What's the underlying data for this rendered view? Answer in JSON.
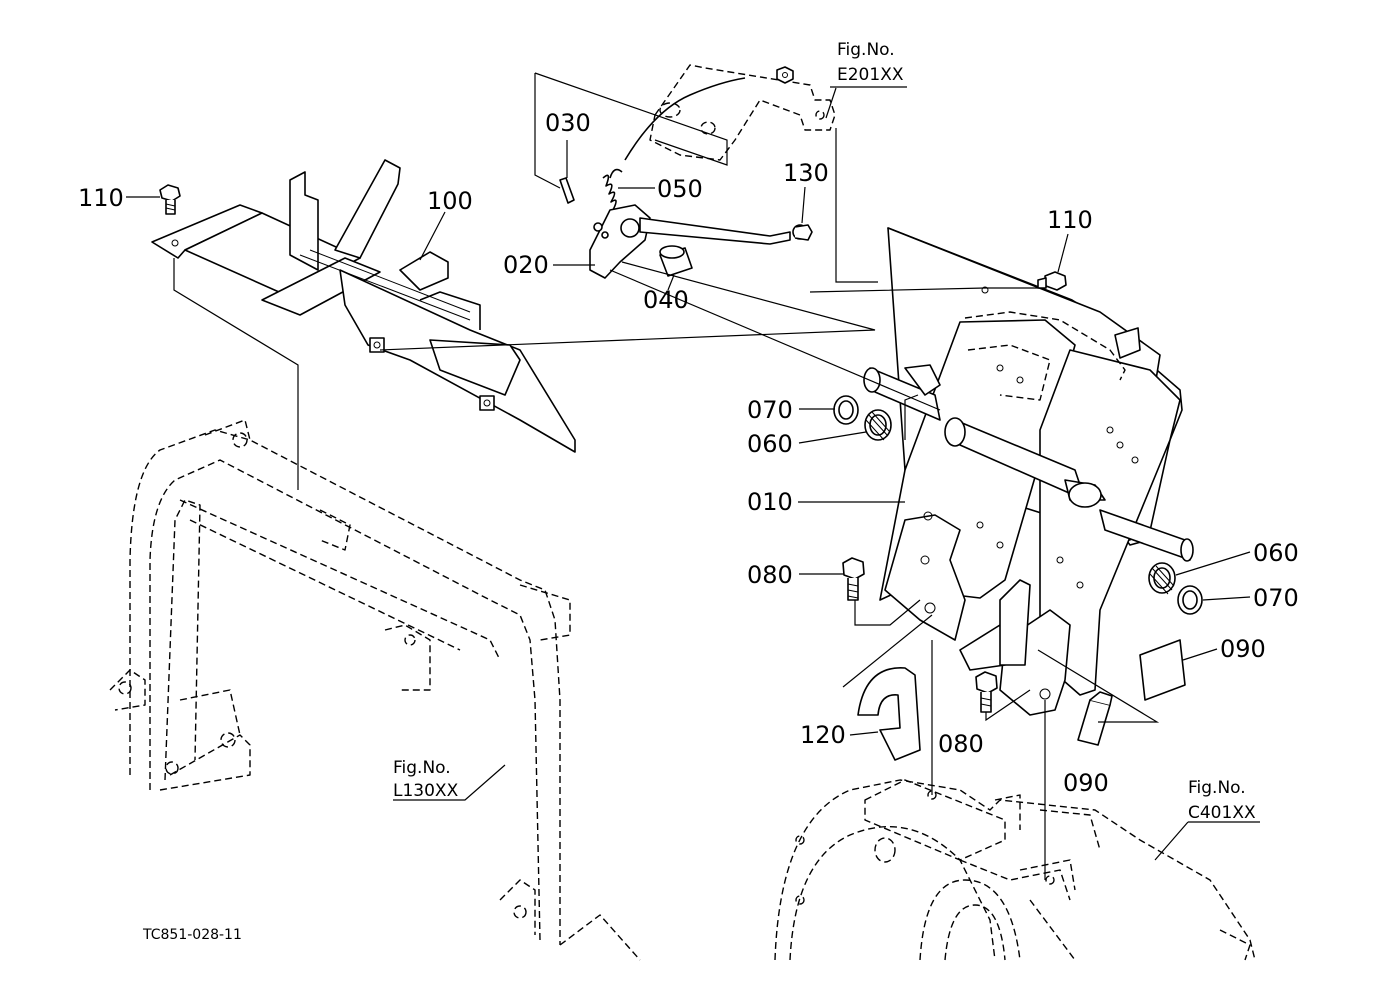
{
  "diagram": {
    "drawing_code": "TC851-028-11",
    "fig_refs": [
      {
        "id": "e201",
        "label": "Fig.No.",
        "code": "E201XX"
      },
      {
        "id": "l130",
        "label": "Fig.No.",
        "code": "L130XX"
      },
      {
        "id": "c401",
        "label": "Fig.No.",
        "code": "C401XX"
      }
    ],
    "parts": [
      {
        "id": "p010",
        "number": "010"
      },
      {
        "id": "p020",
        "number": "020"
      },
      {
        "id": "p030",
        "number": "030"
      },
      {
        "id": "p040",
        "number": "040"
      },
      {
        "id": "p050",
        "number": "050"
      },
      {
        "id": "p060a",
        "number": "060"
      },
      {
        "id": "p060b",
        "number": "060"
      },
      {
        "id": "p070a",
        "number": "070"
      },
      {
        "id": "p070b",
        "number": "070"
      },
      {
        "id": "p080a",
        "number": "080"
      },
      {
        "id": "p080b",
        "number": "080"
      },
      {
        "id": "p090a",
        "number": "090"
      },
      {
        "id": "p090b",
        "number": "090"
      },
      {
        "id": "p100",
        "number": "100"
      },
      {
        "id": "p110a",
        "number": "110"
      },
      {
        "id": "p110b",
        "number": "110"
      },
      {
        "id": "p120",
        "number": "120"
      },
      {
        "id": "p130",
        "number": "130"
      }
    ]
  }
}
